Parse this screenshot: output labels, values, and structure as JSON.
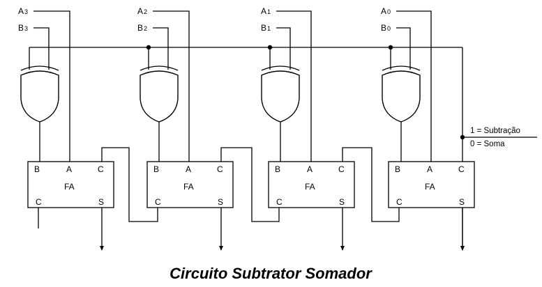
{
  "title": "Circuito Subtrator Somador",
  "inputs": [
    {
      "a_base": "A",
      "a_sub": "3",
      "b_base": "B",
      "b_sub": "3"
    },
    {
      "a_base": "A",
      "a_sub": "2",
      "b_base": "B",
      "b_sub": "2"
    },
    {
      "a_base": "A",
      "a_sub": "1",
      "b_base": "B",
      "b_sub": "1"
    },
    {
      "a_base": "A",
      "a_sub": "0",
      "b_base": "B",
      "b_sub": "0"
    }
  ],
  "adders": [
    {
      "name": "FA",
      "pin_b": "B",
      "pin_a": "A",
      "pin_c_in": "C",
      "pin_c_out": "C",
      "pin_s": "S"
    },
    {
      "name": "FA",
      "pin_b": "B",
      "pin_a": "A",
      "pin_c_in": "C",
      "pin_c_out": "C",
      "pin_s": "S"
    },
    {
      "name": "FA",
      "pin_b": "B",
      "pin_a": "A",
      "pin_c_in": "C",
      "pin_c_out": "C",
      "pin_s": "S"
    },
    {
      "name": "FA",
      "pin_b": "B",
      "pin_a": "A",
      "pin_c_in": "C",
      "pin_c_out": "C",
      "pin_s": "S"
    }
  ],
  "control": {
    "subtract_label": "1 = Subtração",
    "add_label": "0 = Soma"
  }
}
